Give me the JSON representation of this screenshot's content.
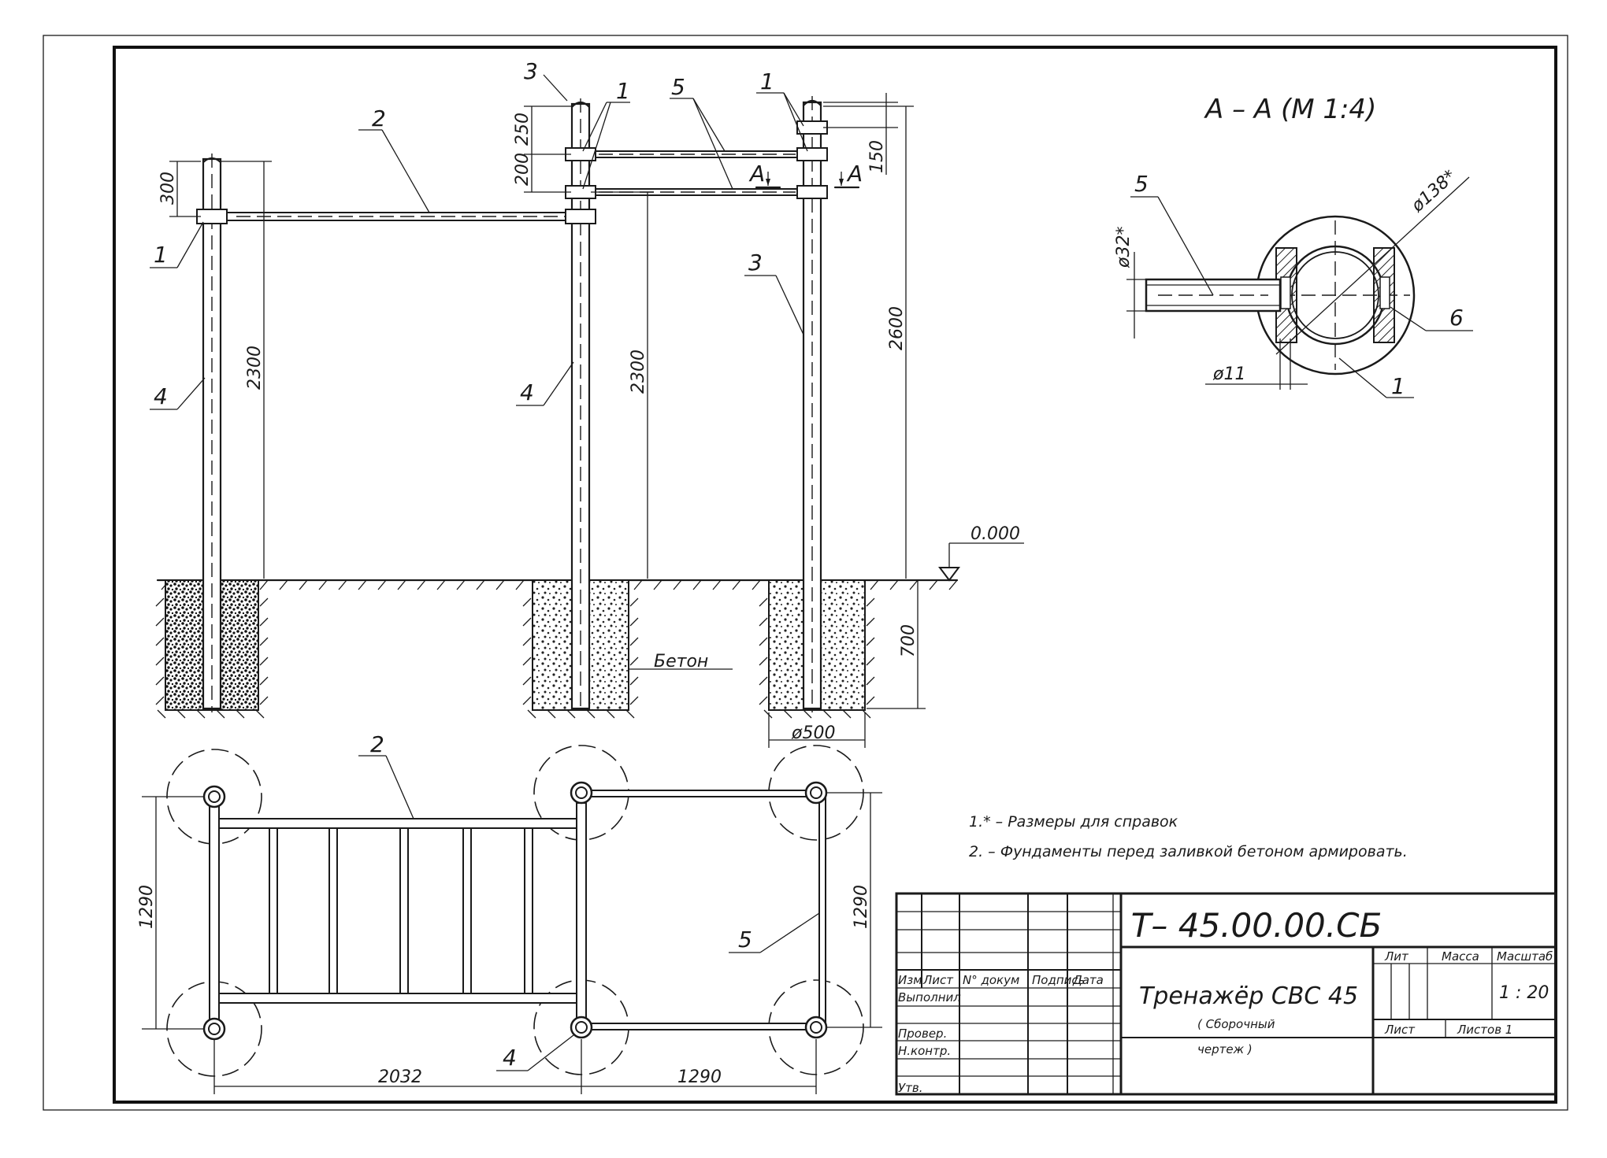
{
  "section": {
    "title": "А – А (М 1:4)",
    "d138": "ø138*",
    "d32": "ø32*",
    "d11": "ø11"
  },
  "level_mark": "0.000",
  "concrete_label": "Бетон",
  "foundation_diam": "ø500",
  "dims": {
    "d300": "300",
    "d250": "250",
    "d200": "200",
    "d150": "150",
    "d2300a": "2300",
    "d2300b": "2300",
    "d2600": "2600",
    "d700": "700",
    "d1290_left": "1290",
    "d1290_right": "1290",
    "d2032": "2032",
    "d1290_bottom": "1290"
  },
  "section_mark": "А",
  "callouts": {
    "c1": "1",
    "c2": "2",
    "c3": "3",
    "c4": "4",
    "c5": "5",
    "c6": "6"
  },
  "notes": [
    "1.* – Размеры для справок",
    "2. – Фундаменты перед заливкой бетоном армировать."
  ],
  "title_block": {
    "code": "Т– 45.00.00.СБ",
    "name": "Тренажёр СВС 45",
    "subtitle_1": "( Сборочный",
    "subtitle_2": "чертеж )",
    "col_izm": "Изм",
    "col_list": "Лист",
    "col_doc": "N° докум",
    "col_sign": "Подпись",
    "col_date": "Дата",
    "row_done": "Выполнил",
    "row_check": "Провер.",
    "row_norm": "Н.контр.",
    "row_appr": "Утв.",
    "lit": "Лит",
    "mass": "Масса",
    "scale_label": "Масштаб",
    "scale": "1 : 20",
    "sheet": "Лист",
    "sheets": "Листов  1"
  }
}
